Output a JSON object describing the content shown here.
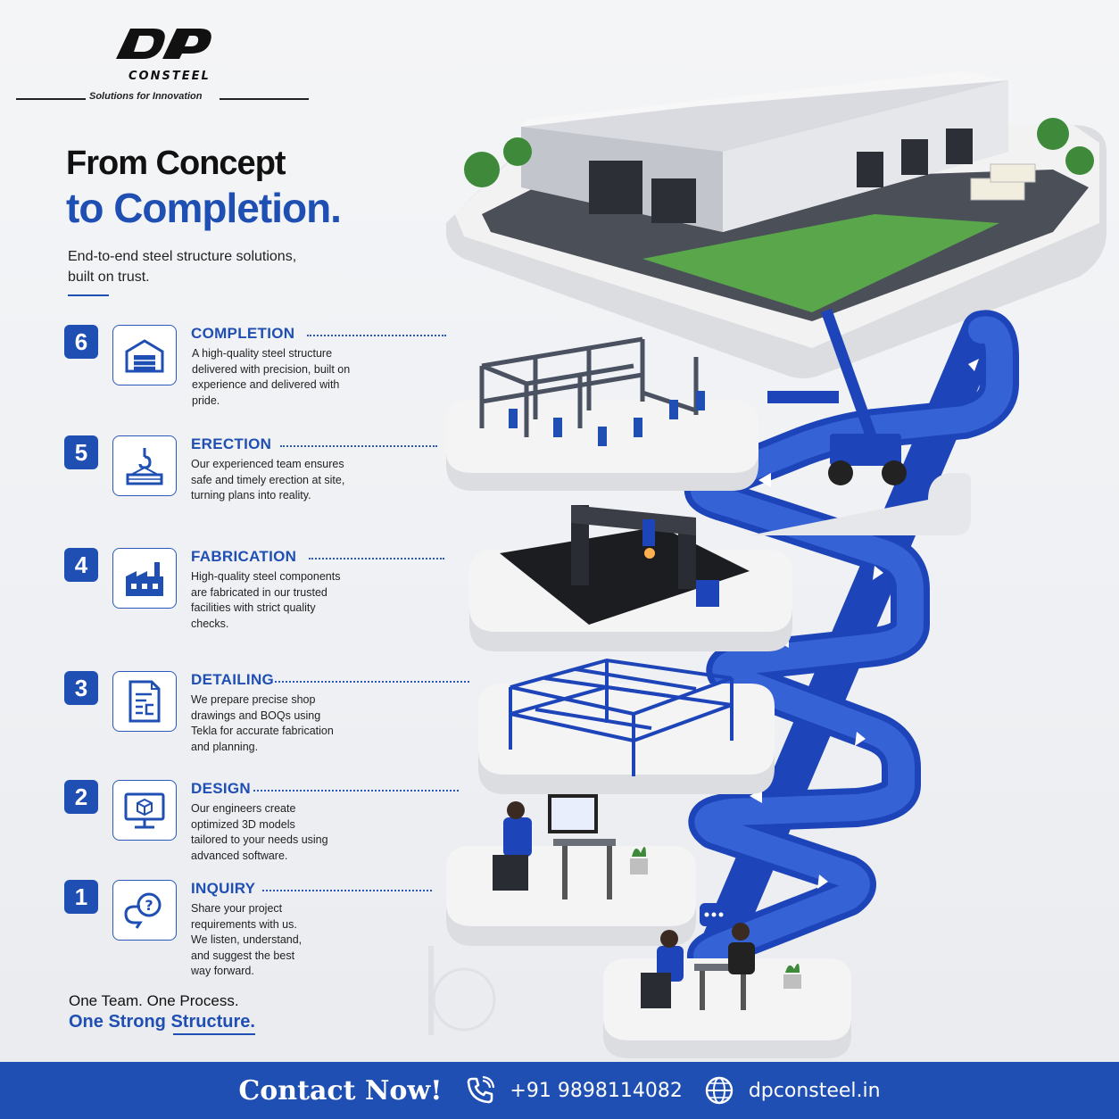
{
  "brand": {
    "name": "CONSTEEL",
    "tagline": "Solutions for Innovation"
  },
  "headline": {
    "line1": "From Concept",
    "line2": "to Completion.",
    "subtitle": "End-to-end steel structure solutions, built on trust."
  },
  "steps": [
    {
      "number": "6",
      "title": "COMPLETION",
      "icon": "warehouse-icon",
      "description": "A high-quality steel structure delivered with precision, built on experience and delivered with pride."
    },
    {
      "number": "5",
      "title": "ERECTION",
      "icon": "crane-hook-icon",
      "description": "Our experienced team ensures safe and timely erection at site, turning plans into reality."
    },
    {
      "number": "4",
      "title": "FABRICATION",
      "icon": "factory-icon",
      "description": "High-quality steel components are fabricated in our trusted facilities with strict quality checks."
    },
    {
      "number": "3",
      "title": "DETAILING",
      "icon": "document-icon",
      "description": "We prepare precise shop drawings and BOQs using Tekla for accurate fabrication and planning."
    },
    {
      "number": "2",
      "title": "DESIGN",
      "icon": "monitor-cube-icon",
      "description": "Our engineers create optimized 3D models tailored to your needs using advanced software."
    },
    {
      "number": "1",
      "title": "INQUIRY",
      "icon": "chat-question-icon",
      "description": "Share your project requirements with us. We listen, understand, and suggest the best way forward."
    }
  ],
  "tagline": {
    "line1": "One Team. One Process.",
    "line2": "One Strong Structure."
  },
  "contact": {
    "cta": "Contact Now!",
    "phone": "+91 9898114082",
    "website": "dpconsteel.in"
  },
  "colors": {
    "accent": "#1f4fb3",
    "bar": "#1f4fb3"
  }
}
